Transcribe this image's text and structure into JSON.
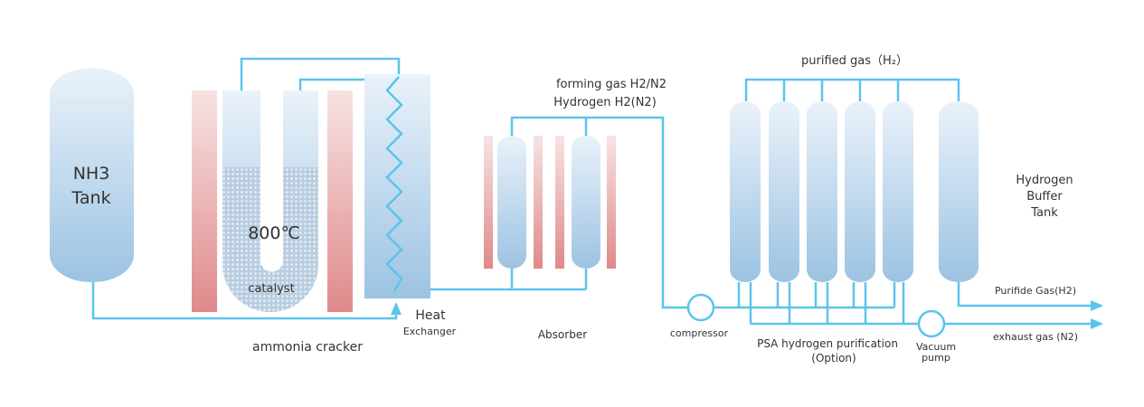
{
  "colors": {
    "pipe": "#5bc4ec",
    "vessel_top": "#eaf2fa",
    "vessel_bottom": "#9cc3e2",
    "heater_top": "#f7e3e3",
    "heater_bottom": "#e0898a"
  },
  "nh3_tank": {
    "line1": "NH3",
    "line2": "Tank"
  },
  "cracker": {
    "temperature": "800℃",
    "catalyst": "catalyst",
    "label": "ammonia cracker"
  },
  "heat_exchanger": {
    "line1": "Heat",
    "line2": "Exchanger"
  },
  "absorber": {
    "label": "Absorber",
    "gas_line1": "forming gas H2/N2",
    "gas_line2": "Hydrogen H2(N2)"
  },
  "compressor": {
    "label": "compressor"
  },
  "psa": {
    "top_label": "purified gas（H₂）",
    "line1": "PSA hydrogen purification",
    "line2": "(Option)"
  },
  "buffer_tank": {
    "line1": "Hydrogen",
    "line2": "Buffer",
    "line3": "Tank"
  },
  "vacuum_pump": {
    "line1": "Vacuum",
    "line2": "pump"
  },
  "outputs": {
    "purified": "Purifide Gas(H2)",
    "exhaust": "exhaust gas (N2)"
  }
}
